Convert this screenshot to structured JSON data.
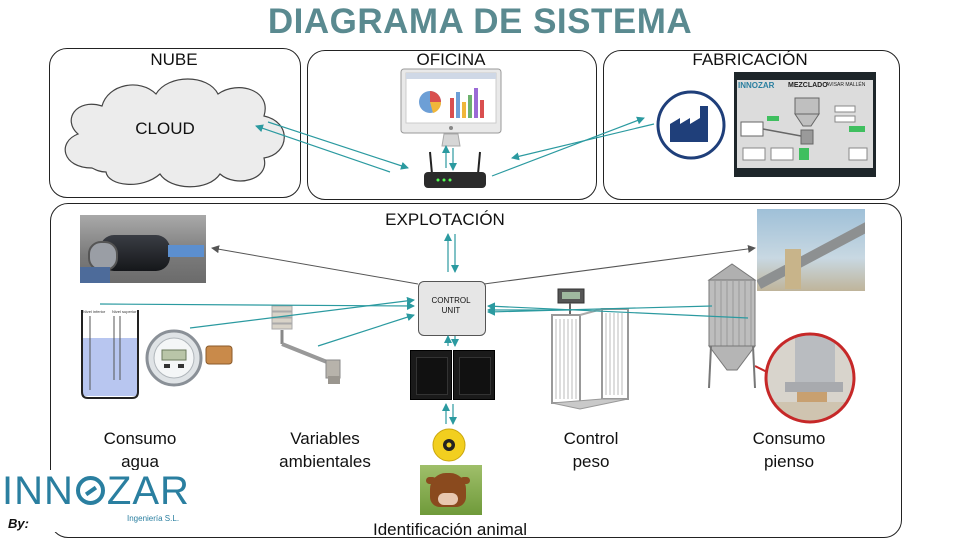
{
  "title": "DIAGRAMA DE SISTEMA",
  "sections": {
    "cloud": {
      "label": "NUBE",
      "node_label": "CLOUD"
    },
    "office": {
      "label": "OFICINA"
    },
    "factory": {
      "label": "FABRICACIÓN",
      "screen": {
        "title": "MEZCLADO",
        "subtitle": "AVISAR MALLÉN",
        "brand": "INNOZAR"
      }
    },
    "farm": {
      "label": "EXPLOTACIÓN"
    }
  },
  "control_unit": {
    "line1": "CONTROL",
    "line2": "UNIT"
  },
  "tank": {
    "label_left": "Nivel inferior",
    "label_right": "Nivel superior"
  },
  "captions": {
    "water": [
      "Consumo",
      "agua"
    ],
    "environment": [
      "Variables",
      "ambientales"
    ],
    "weight": [
      "Control",
      "peso"
    ],
    "feed": [
      "Consumo",
      "pienso"
    ],
    "animal": "Identificación animal"
  },
  "logo": {
    "name_left": "INN",
    "name_right": "ZAR",
    "tagline": "Ingeniería S.L.",
    "by": "By:"
  },
  "colors": {
    "title": "#5a8a90",
    "arrow": "#2b9aa0",
    "line": "#555555",
    "logo": "#2a7fa0",
    "factory_icon": "#1f3f7a"
  }
}
